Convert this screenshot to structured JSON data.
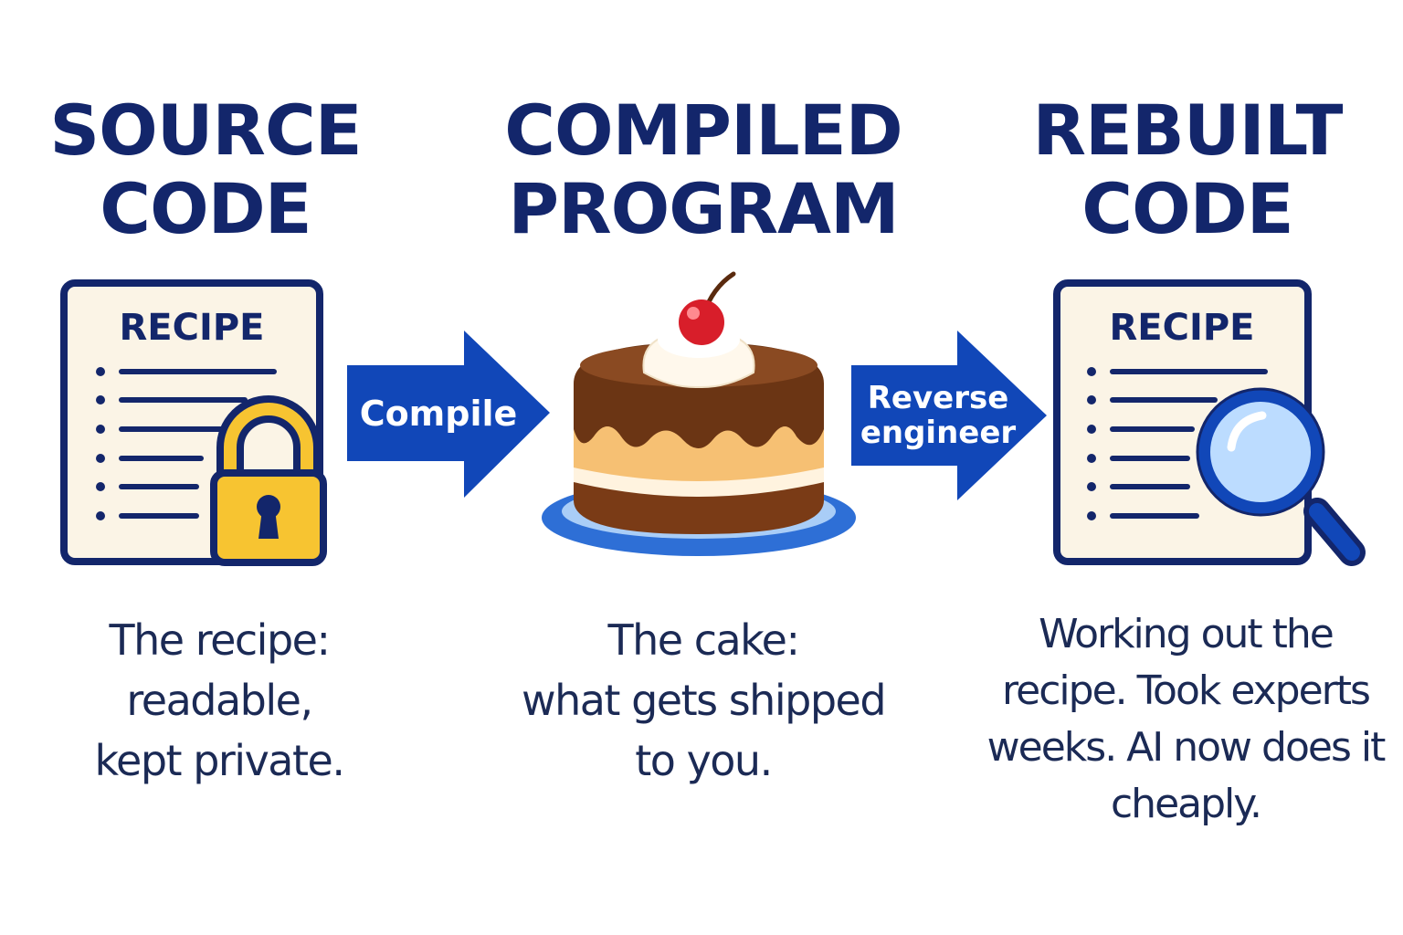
{
  "steps": [
    {
      "title_line1": "SOURCE",
      "title_line2": "CODE",
      "card_label": "RECIPE",
      "description_lines": [
        "The recipe:",
        "readable,",
        "kept private."
      ],
      "icon": "lock-icon"
    },
    {
      "title_line1": "COMPILED",
      "title_line2": "PROGRAM",
      "description_lines": [
        "The cake:",
        "what gets shipped",
        "to you."
      ],
      "icon": "cake-icon"
    },
    {
      "title_line1": "REBUILT",
      "title_line2": "CODE",
      "card_label": "RECIPE",
      "description_lines": [
        "Working out the",
        "recipe. Took experts",
        "weeks. AI now does it",
        "cheaply."
      ],
      "icon": "magnifier-icon"
    }
  ],
  "arrows": [
    {
      "label_lines": [
        "Compile"
      ]
    },
    {
      "label_lines": [
        "Reverse",
        "engineer"
      ]
    }
  ],
  "colors": {
    "navy": "#13266b",
    "arrow_blue": "#1147b8",
    "paper": "#fbf4e6",
    "lock_yellow": "#f7c431",
    "chocolate": "#6b3514",
    "sponge": "#f6c073",
    "plate": "#2e6fd6",
    "cherry": "#d81e2a",
    "lens": "#bcdcff"
  }
}
